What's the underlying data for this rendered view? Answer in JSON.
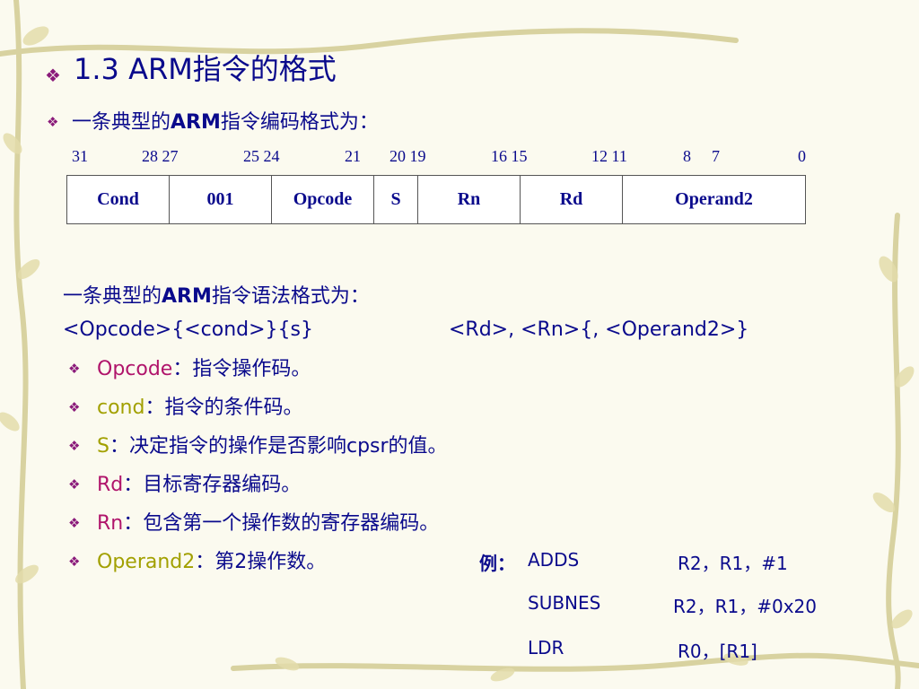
{
  "title": "1.3 ARM指令的格式",
  "subtitle": {
    "a": "一条典型的",
    "b": "ARM",
    "c": "指令编码格式为："
  },
  "bit_labels": [
    {
      "text": "31"
    },
    {
      "text": "28 27"
    },
    {
      "text": "25 24"
    },
    {
      "text": "21"
    },
    {
      "text": "20 19"
    },
    {
      "text": "16 15"
    },
    {
      "text": "12 11"
    },
    {
      "text": "8"
    },
    {
      "text": "7"
    },
    {
      "text": "0"
    }
  ],
  "fields": [
    "Cond",
    "001",
    "Opcode",
    "S",
    "Rn",
    "Rd",
    "Operand2"
  ],
  "syntax_heading": {
    "a": "一条典型的",
    "b": "ARM",
    "c": "指令语法格式为："
  },
  "syntax_line": {
    "left": "<Opcode>{<cond>}{s}",
    "right": "<Rd>, <Rn>{, <Operand2>}"
  },
  "items": [
    {
      "key": "Opcode",
      "desc": "：指令操作码。"
    },
    {
      "key": "cond",
      "desc": "：指令的条件码。"
    },
    {
      "key": "S",
      "desc": "：决定指令的操作是否影响cpsr的值。"
    },
    {
      "key": "Rd",
      "desc": "：目标寄存器编码。"
    },
    {
      "key": "Rn",
      "desc": "：包含第一个操作数的寄存器编码。"
    },
    {
      "key": "Operand2",
      "desc": "：第2操作数。"
    }
  ],
  "example": {
    "label": "例：",
    "rows": [
      {
        "op": "ADDS",
        "args": "R2，R1，#1"
      },
      {
        "op": "SUBNES",
        "args": "R2，R1，#0x20"
      },
      {
        "op": "LDR",
        "args": "R0，[R1]"
      }
    ]
  },
  "colors": {
    "text": "#0a0a8c",
    "key_magenta": "#b0146b",
    "key_yellow": "#a2a000",
    "bullet": "#8a1a7a",
    "background": "#fbfaef"
  }
}
